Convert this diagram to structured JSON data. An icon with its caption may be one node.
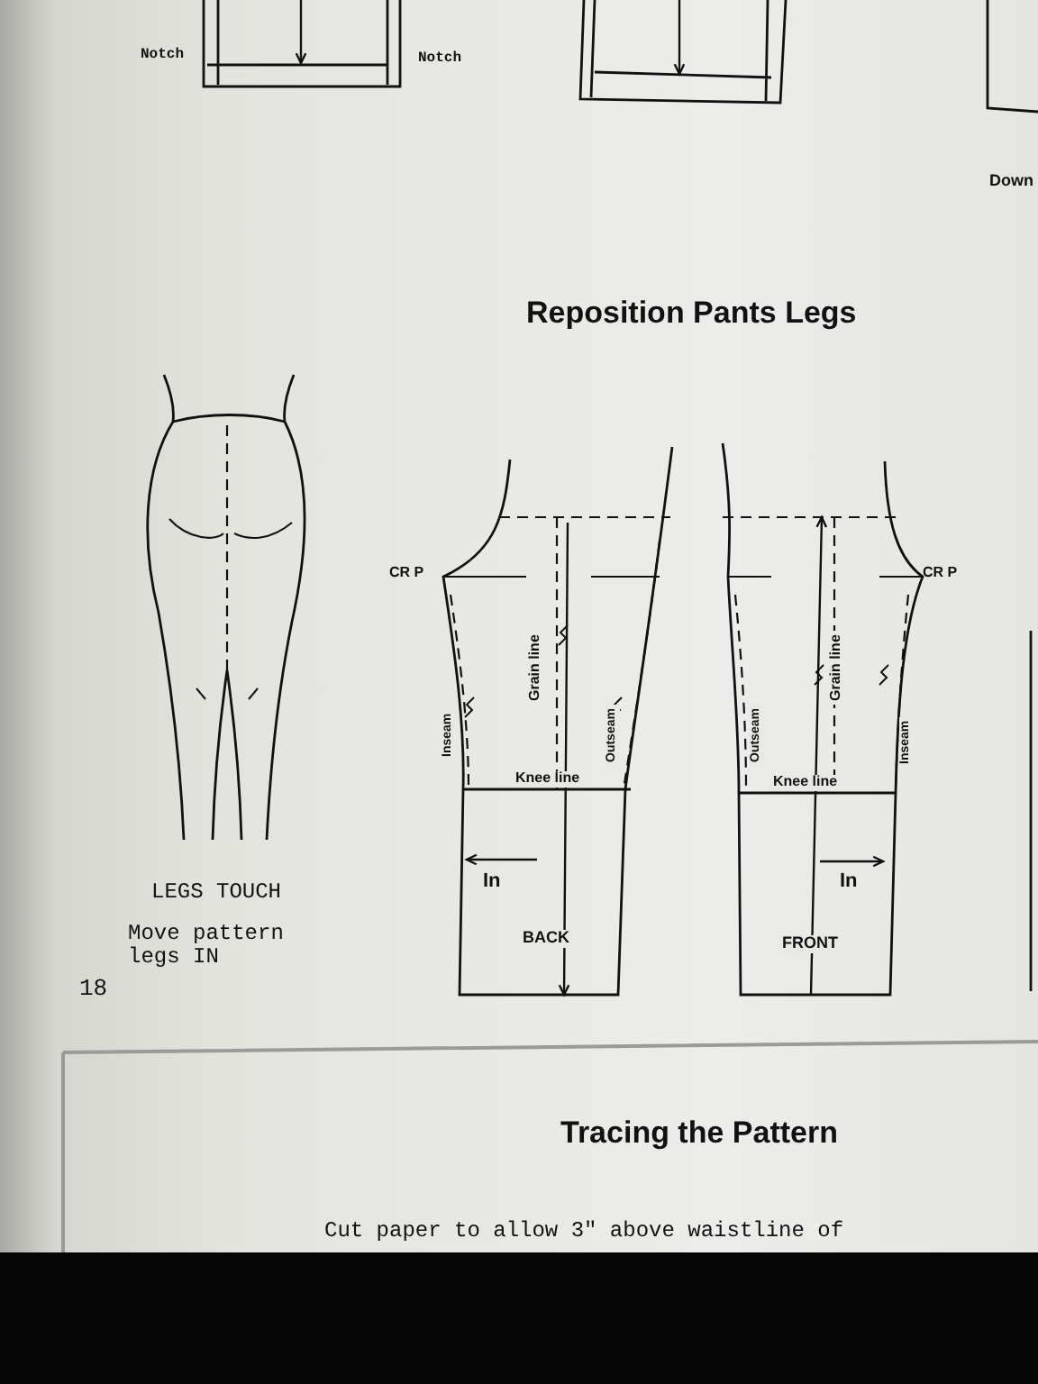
{
  "diagram": {
    "title": "Reposition Pants Legs",
    "labels": [
      "Notch",
      "Notch",
      "Down",
      "CR P",
      "CR P",
      "Grain line",
      "Grain line",
      "Inseam",
      "Outseam",
      "Outseam",
      "Inseam",
      "Knee line",
      "Knee line",
      "In",
      "In",
      "BACK",
      "FRONT",
      "LEGS TOUCH",
      "Move pattern legs IN",
      "18",
      "Tracing the Pattern",
      "Cut paper to allow 3\" above waistline of"
    ]
  }
}
